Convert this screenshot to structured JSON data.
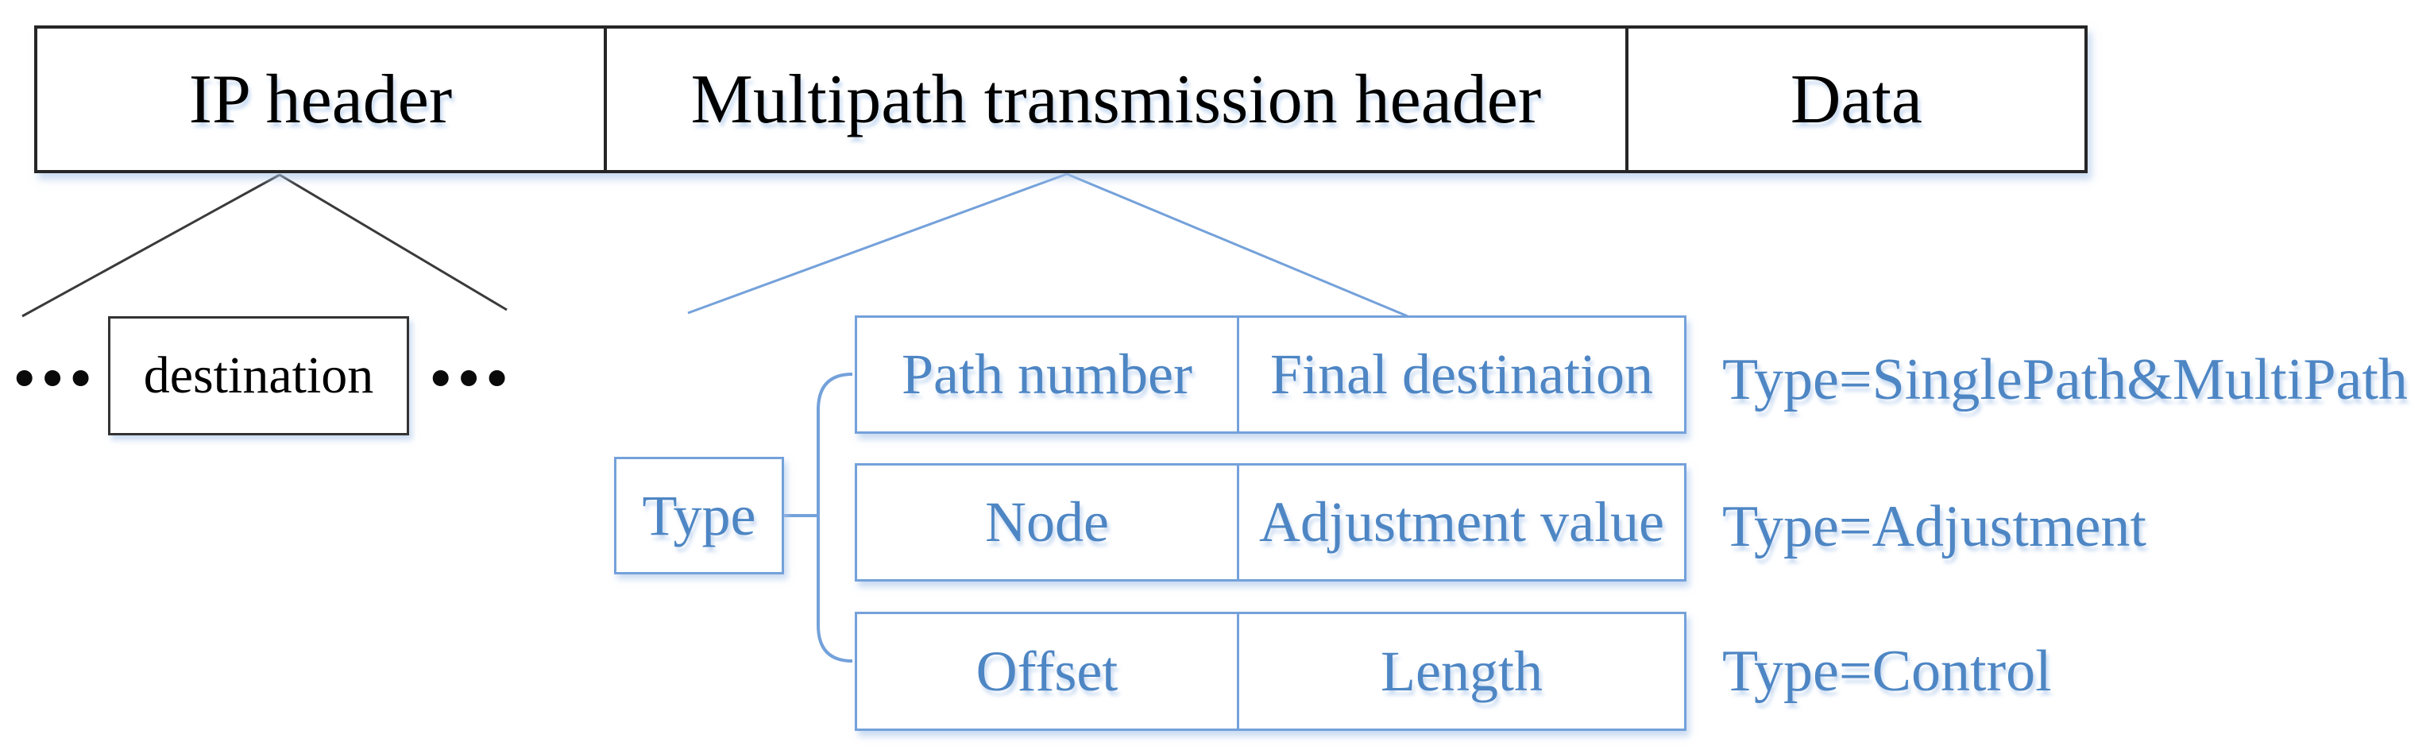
{
  "figure": {
    "packet_bar": {
      "segments": [
        "IP header",
        "Multipath transmission header",
        "Data"
      ]
    },
    "ip_expansion": {
      "left_ellipsis": "•••",
      "field": "destination",
      "right_ellipsis": "•••"
    },
    "multipath_expansion": {
      "selector": "Type",
      "rows": [
        {
          "cells": [
            "Path number",
            "Final destination"
          ],
          "condition": "Type=SinglePath&MultiPath"
        },
        {
          "cells": [
            "Node",
            "Adjustment value"
          ],
          "condition": "Type=Adjustment"
        },
        {
          "cells": [
            "Offset",
            "Length"
          ],
          "condition": "Type=Control"
        }
      ]
    },
    "colors": {
      "blue_text": "#4e86c4",
      "blue_line": "#74a1da",
      "black_line": "#262626",
      "soft_shadow": "rgba(168,196,233,0.6)"
    }
  }
}
